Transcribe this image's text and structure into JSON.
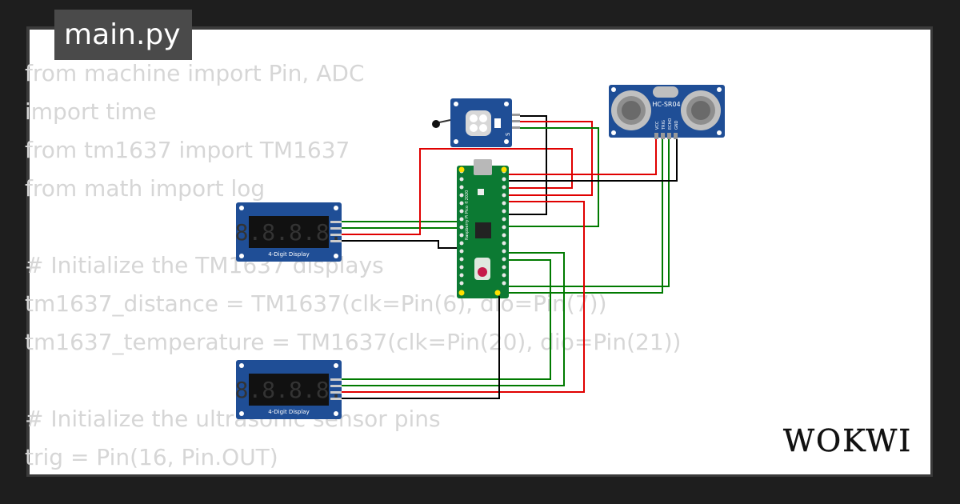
{
  "tab": {
    "title": "main.py"
  },
  "code_lines": [
    "from machine import Pin, ADC",
    "import time",
    "from tm1637 import TM1637",
    "from math import log",
    "",
    "# Initialize the TM1637 displays",
    "tm1637_distance = TM1637(clk=Pin(6), dio=Pin(7))",
    "tm1637_temperature = TM1637(clk=Pin(20), dio=Pin(21))",
    "",
    "# Initialize the ultrasonic sensor pins",
    "trig = Pin(16, Pin.OUT)"
  ],
  "diagram": {
    "display_top": {
      "digits": "8.8.8.8.",
      "label": "4-Digit Display"
    },
    "display_bottom": {
      "digits": "8.8.8.8.",
      "label": "4-Digit Display"
    },
    "ultrasonic": {
      "label": "HC-SR04",
      "pins": [
        "VCC",
        "TRIG",
        "ECHO",
        "GND"
      ]
    },
    "ntc": {
      "pin_label": "S"
    },
    "pico": {
      "board_text": "Raspberry Pi Pico ©2020"
    }
  },
  "brand": {
    "logo": "WOKWI"
  },
  "colors": {
    "wire_red": "#e00000",
    "wire_green": "#007a00",
    "wire_black": "#000000",
    "module_blue": "#1f4e96",
    "pcb_green": "#0c7a33"
  }
}
